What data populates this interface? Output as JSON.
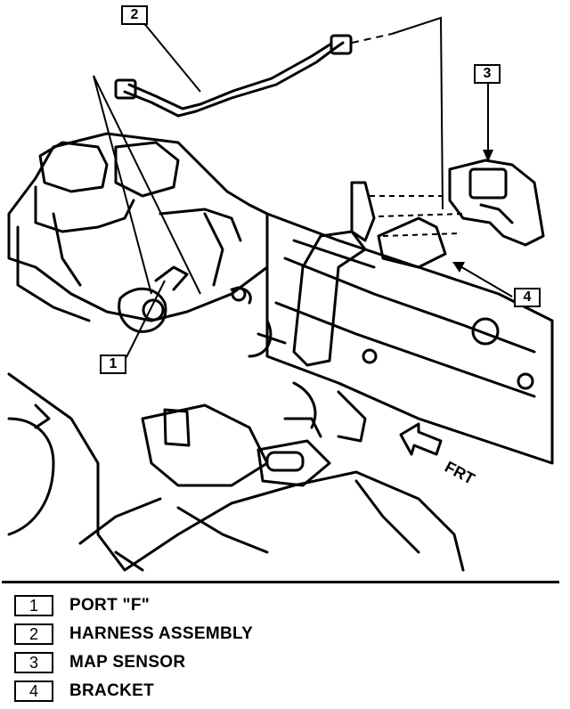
{
  "callouts": {
    "port": "1",
    "harness": "2",
    "map_sensor": "3",
    "bracket": "4"
  },
  "direction_label": "FRT",
  "legend": [
    {
      "number": "1",
      "label": "PORT \"F\""
    },
    {
      "number": "2",
      "label": "HARNESS ASSEMBLY"
    },
    {
      "number": "3",
      "label": "MAP SENSOR"
    },
    {
      "number": "4",
      "label": "BRACKET"
    }
  ]
}
